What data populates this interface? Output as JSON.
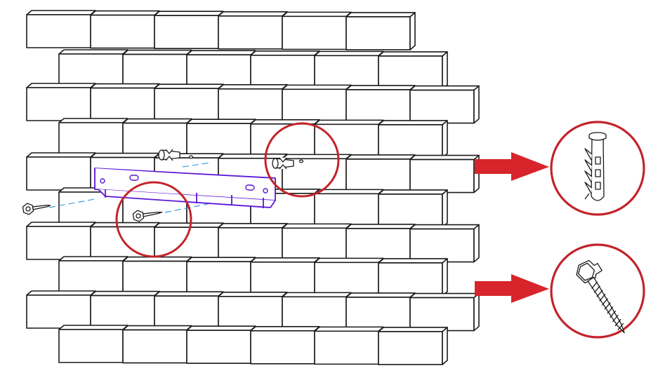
{
  "colors": {
    "highlight_circle": "#c3232a",
    "arrow": "#d7252b",
    "bracket": "#5b16d8",
    "guide_line": "#3ea0e0",
    "outline": "#1a1a1a"
  },
  "icons": {
    "wall": "brick-wall-icon",
    "bracket": "mounting-bracket-icon",
    "anchor": "wall-anchor-icon",
    "screw": "hex-lag-screw-icon",
    "arrow": "right-arrow-icon"
  },
  "callouts": [
    {
      "id": "anchor-detail",
      "target": "anchor",
      "content": "wall-anchor-icon"
    },
    {
      "id": "screw-detail",
      "target": "screw",
      "content": "hex-lag-screw-icon"
    }
  ]
}
